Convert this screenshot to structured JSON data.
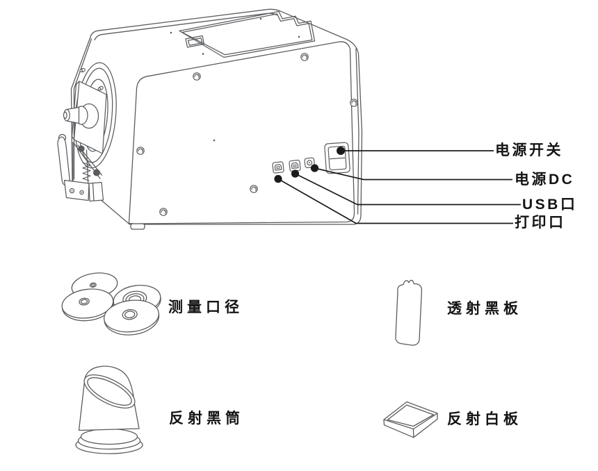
{
  "callouts": {
    "items": [
      {
        "label": "电源开关",
        "target": "power-switch"
      },
      {
        "label": "电源DC",
        "target": "dc-power-port"
      },
      {
        "label": "USB口",
        "target": "usb-port"
      },
      {
        "label": "打印口",
        "target": "printer-port"
      }
    ]
  },
  "accessories": {
    "items": [
      {
        "label": "测量口径",
        "item": "measurement-aperture-discs"
      },
      {
        "label": "透射黑板",
        "item": "transmission-black-board"
      },
      {
        "label": "反射黑筒",
        "item": "reflection-black-cylinder"
      },
      {
        "label": "反射白板",
        "item": "reflection-white-board"
      }
    ]
  },
  "colors": {
    "background": "#ffffff",
    "artwork_line": "#595b5e",
    "callout": "#1b1b1b"
  }
}
